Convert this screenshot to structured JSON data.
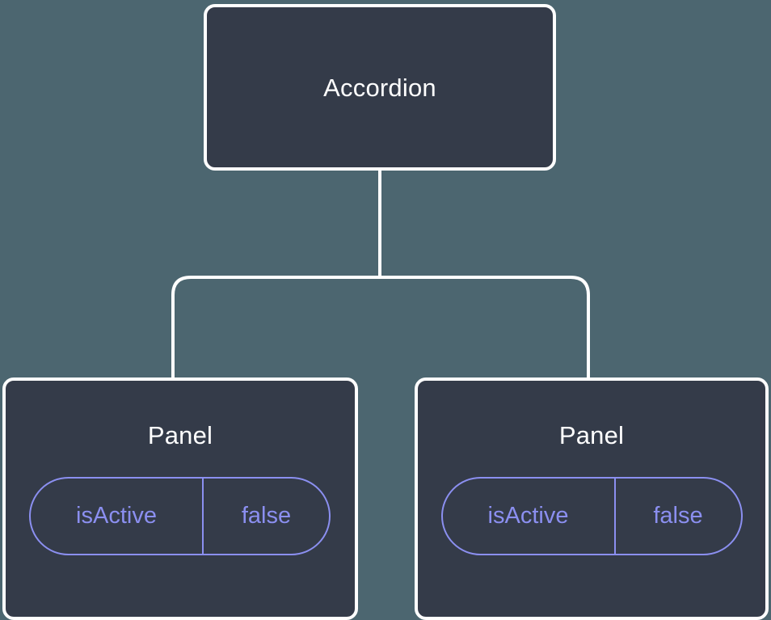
{
  "theme": {
    "background": "#4c6670",
    "node_fill": "#343b49",
    "node_border": "#ffffff",
    "node_text": "#ffffff",
    "prop_accent": "#8b8ff0",
    "edge_color": "#ffffff"
  },
  "diagram": {
    "type": "component-tree",
    "root": {
      "label": "Accordion"
    },
    "children": [
      {
        "label": "Panel",
        "props": [
          {
            "key": "isActive",
            "value": "false"
          }
        ]
      },
      {
        "label": "Panel",
        "props": [
          {
            "key": "isActive",
            "value": "false"
          }
        ]
      }
    ]
  }
}
